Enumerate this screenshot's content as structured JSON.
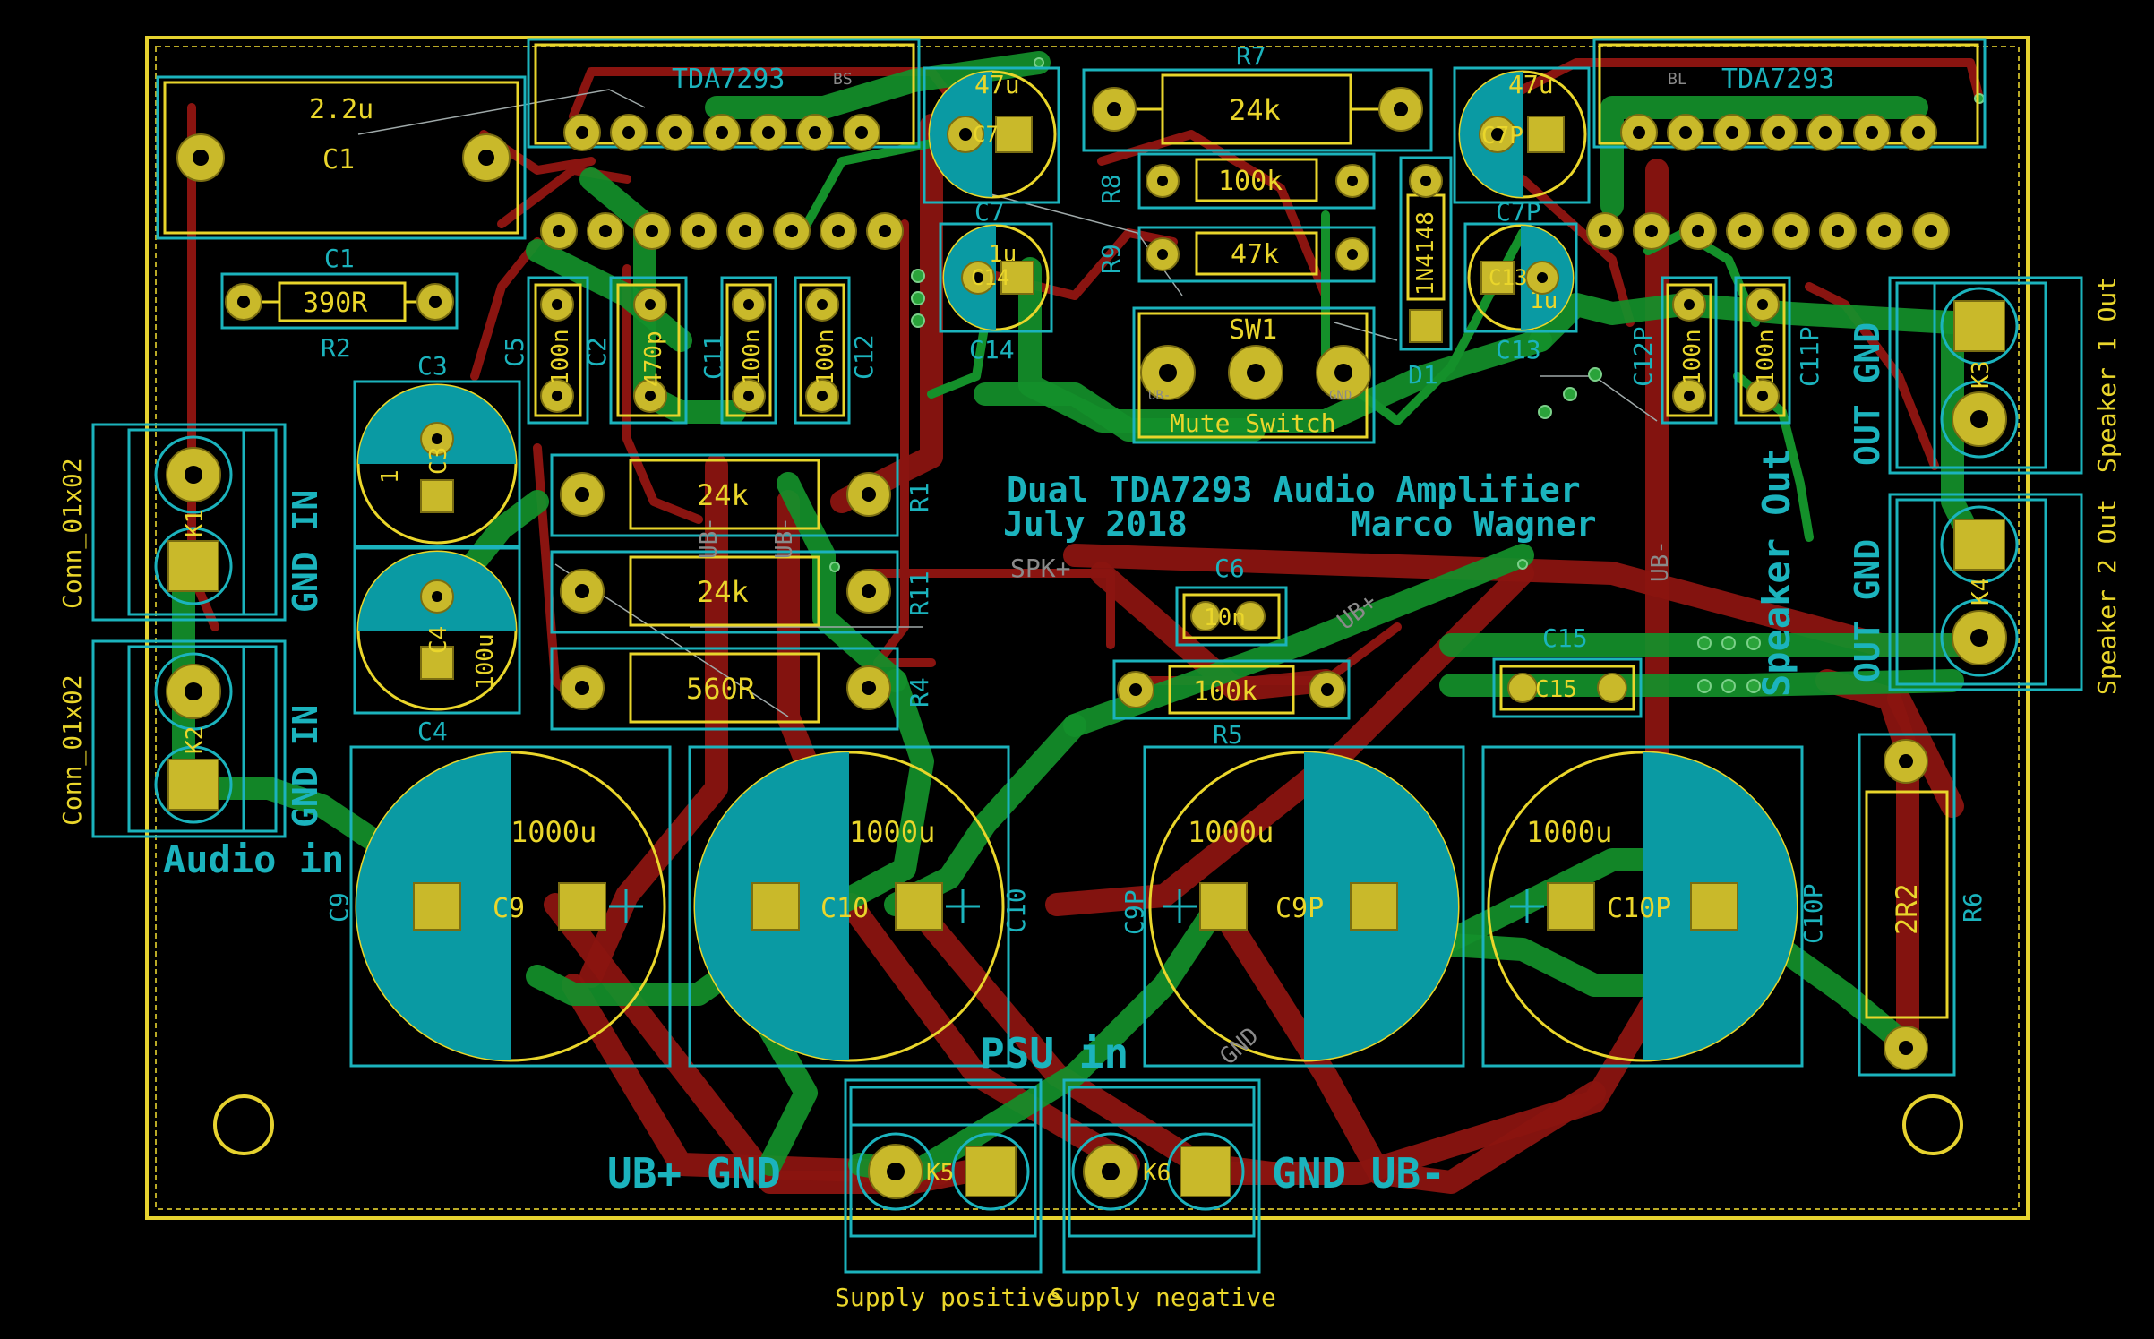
{
  "board": {
    "title": "Dual TDA7293 Audio Amplifier",
    "date": "July 2018",
    "author": "Marco Wagner",
    "colors": {
      "background": "#000000",
      "board_outline": "#e6d22f",
      "front_copper": "#8a1410",
      "back_copper": "#14902a",
      "silkscreen": "#1bb3bd",
      "fab_text": "#ead62b",
      "pad": "#c9b92a"
    }
  },
  "ics": {
    "u1": {
      "ref": "TDA7293",
      "tag": "BS"
    },
    "u2": {
      "ref": "TDA7293",
      "tag": "BL"
    }
  },
  "capacitors": {
    "c1": {
      "ref": "C1",
      "value": "2.2u",
      "ref2": "C1"
    },
    "c7": {
      "value": "47u",
      "ref": "C7",
      "ref2": "C7"
    },
    "c7p": {
      "value": "47u",
      "ref": "C7P",
      "ref2": "C7P"
    },
    "c14": {
      "value": "1u",
      "ref": "C14",
      "ref2": "C14"
    },
    "c13": {
      "value": "1u",
      "ref": "C13",
      "ref2": "C13"
    },
    "c3": {
      "ref": "C3",
      "ref2": "C3",
      "pin": "1"
    },
    "c4": {
      "ref": "C4",
      "ref2": "C4",
      "value": "100u"
    },
    "c5": {
      "ref": "C5",
      "value": "100n"
    },
    "c2": {
      "ref": "C2",
      "value": "470p"
    },
    "c11": {
      "ref": "C11",
      "value": "100n"
    },
    "c12": {
      "ref": "C12",
      "value": "100n"
    },
    "c12p": {
      "ref": "C12P",
      "value": "100n"
    },
    "c11p": {
      "ref": "C11P",
      "value": "100n"
    },
    "c6": {
      "ref": "C6",
      "value": "10n"
    },
    "c15": {
      "ref": "C15",
      "value": "C15"
    },
    "c9": {
      "ref": "C9",
      "ref2": "C9",
      "value": "1000u"
    },
    "c10": {
      "ref": "C10",
      "ref2": "C10",
      "value": "1000u"
    },
    "c9p": {
      "ref": "C9P",
      "ref2": "C9P",
      "value": "1000u"
    },
    "c10p": {
      "ref": "C10P",
      "ref2": "C10P",
      "value": "1000u"
    }
  },
  "resistors": {
    "r2": {
      "ref": "R2",
      "value": "390R"
    },
    "r7": {
      "ref": "R7",
      "value": "24k"
    },
    "r8": {
      "ref": "R8",
      "value": "100k"
    },
    "r9": {
      "ref": "R9",
      "value": "47k"
    },
    "r1": {
      "ref": "R1",
      "value": "24k"
    },
    "r11": {
      "ref": "R11",
      "value": "24k"
    },
    "r4": {
      "ref": "R4",
      "value": "560R"
    },
    "r5": {
      "ref": "R5",
      "value": "100k"
    },
    "r6": {
      "ref": "R6",
      "value": "2R2"
    }
  },
  "diode": {
    "ref": "D1",
    "value": "1N4148"
  },
  "switch": {
    "ref": "SW1",
    "name": "Mute Switch",
    "pin_left": "UB-",
    "pin_right": "GND"
  },
  "connectors": {
    "k1": {
      "ref": "K1",
      "type": "Conn_01x02",
      "label": "GND IN"
    },
    "k2": {
      "ref": "K2",
      "type": "Conn_01x02",
      "label": "GND IN"
    },
    "k3": {
      "ref": "K3",
      "label": "OUT GND",
      "title": "Speaker 1 Out"
    },
    "k4": {
      "ref": "K4",
      "label": "OUT GND",
      "title": "Speaker 2 Out"
    },
    "k5": {
      "ref": "K5",
      "title": "Supply positive"
    },
    "k6": {
      "ref": "K6",
      "title": "Supply negative"
    }
  },
  "labels": {
    "audio_in": "Audio in",
    "psu_in": "PSU in",
    "speaker_out": "Speaker Out",
    "ub_plus_gnd": "UB+ GND",
    "gnd_ub_minus": "GND UB-",
    "net_spk_plus": "SPK+",
    "net_ub_plus": "UB+",
    "net_ub_minus": "UB-",
    "net_gnd": "GND"
  }
}
